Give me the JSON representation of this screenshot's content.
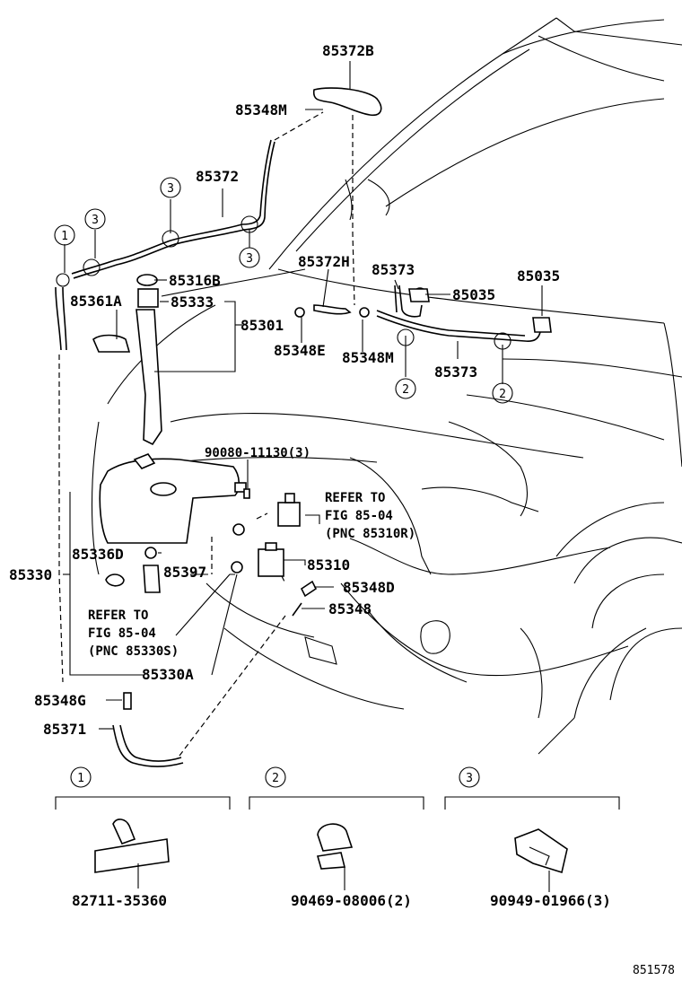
{
  "labels": {
    "p85372B": "85372B",
    "p85348M_top": "85348M",
    "p85372": "85372",
    "p85316B": "85316B",
    "p85361A": "85361A",
    "p85333": "85333",
    "p85301": "85301",
    "p85372H": "85372H",
    "p85373_top": "85373",
    "p85035_a": "85035",
    "p85035_b": "85035",
    "p85348E": "85348E",
    "p85348M_mid": "85348M",
    "p85373_mid": "85373",
    "p90080": "90080-11130(3)",
    "refer1_l1": "REFER TO",
    "refer1_l2": "FIG 85-04",
    "refer1_l3": "(PNC 85310R)",
    "p85336D": "85336D",
    "p85397": "85397",
    "p85310": "85310",
    "p85330": "85330",
    "p85348D": "85348D",
    "p85348": "85348",
    "refer2_l1": "REFER TO",
    "refer2_l2": "FIG 85-04",
    "refer2_l3": "(PNC 85330S)",
    "p85330A": "85330A",
    "p85348G": "85348G",
    "p85371": "85371",
    "clip1_part": "82711-35360",
    "clip2_part": "90469-08006(2)",
    "clip3_part": "90949-01966(3)",
    "figure_id": "851578"
  },
  "callouts": {
    "one": "1",
    "two": "2",
    "three": "3"
  }
}
